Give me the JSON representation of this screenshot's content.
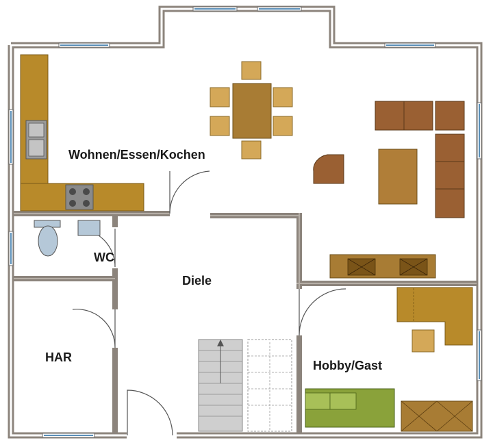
{
  "rooms": {
    "living": "Wohnen/Essen/Kochen",
    "wc": "WC",
    "hall": "Diele",
    "utility": "HAR",
    "hobby": "Hobby/Gast"
  },
  "colors": {
    "wall": "#8c847c",
    "wall_inner": "#f7f7f7",
    "window": "#5a8fb8",
    "counter": "#b88a2a",
    "table": "#a87c34",
    "chair": "#d4a858",
    "sofa": "#9a6033",
    "bed": "#8aa23a",
    "stairs": "#cfcfcf"
  }
}
